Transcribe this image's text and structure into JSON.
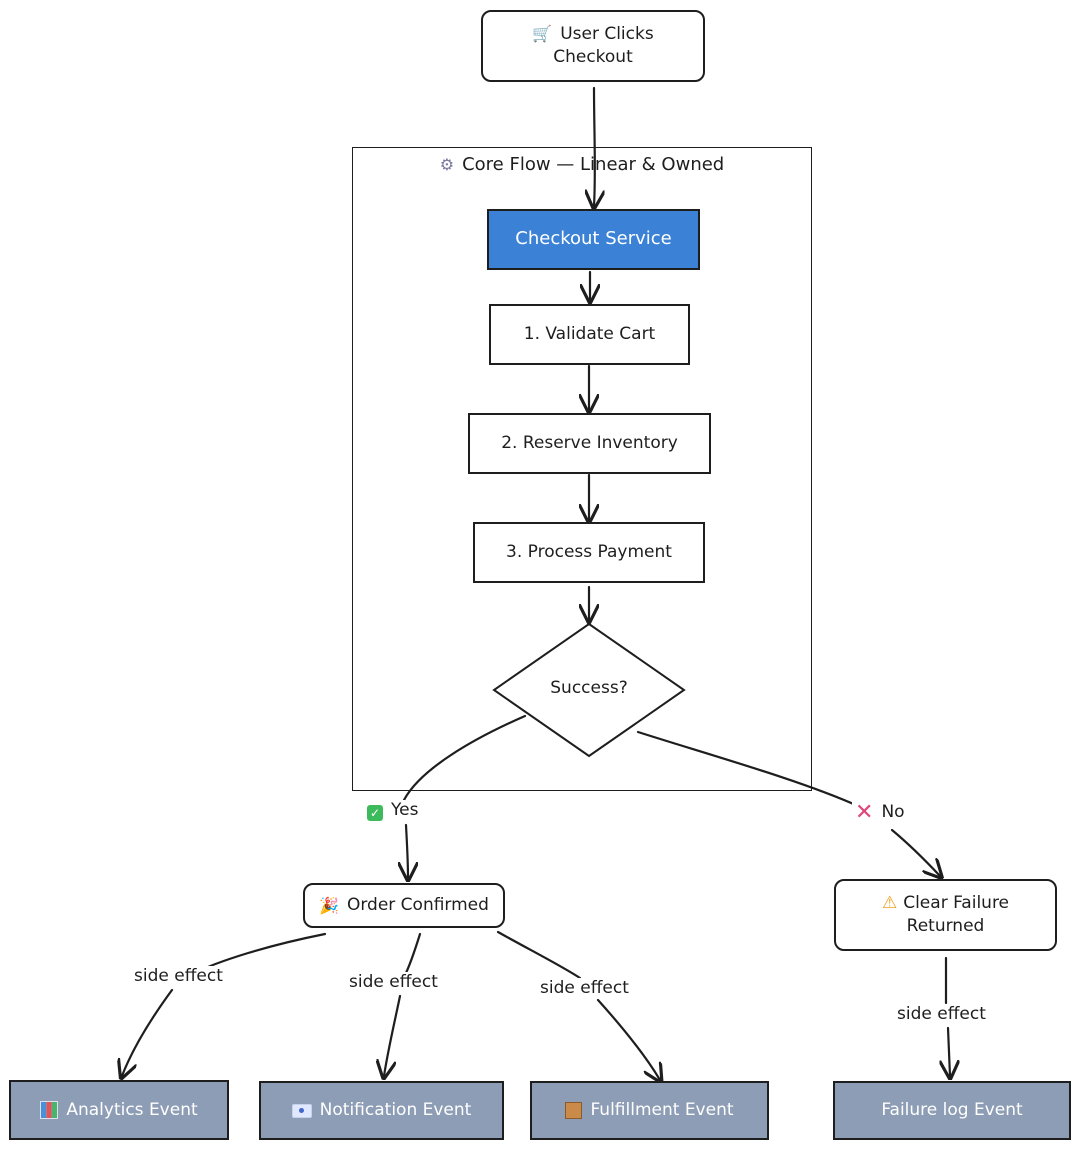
{
  "nodes": {
    "start": {
      "icon": "cart-icon",
      "label": "User Clicks\nCheckout"
    },
    "group": {
      "icon": "gear-icon",
      "title": "Core Flow — Linear & Owned"
    },
    "checkout_service": {
      "label": "Checkout Service"
    },
    "validate": {
      "label": "1. Validate Cart"
    },
    "reserve": {
      "label": "2. Reserve Inventory"
    },
    "payment": {
      "label": "3. Process Payment"
    },
    "decision": {
      "label": "Success?"
    },
    "confirmed": {
      "icon": "party-popper-icon",
      "label": "Order Confirmed"
    },
    "failure": {
      "icon": "warning-icon",
      "label": "Clear Failure\nReturned"
    },
    "analytics": {
      "icon": "bar-chart-icon",
      "label": "Analytics Event"
    },
    "notification": {
      "icon": "notification-icon",
      "label": "Notification Event"
    },
    "fulfillment": {
      "icon": "package-icon",
      "label": "Fulfillment Event"
    },
    "failure_log": {
      "label": "Failure log Event"
    }
  },
  "edges": {
    "yes_label": "Yes",
    "yes_icon": "check-icon",
    "no_label": "No",
    "no_icon": "cross-icon",
    "side_effect_1": "side effect",
    "side_effect_2": "side effect",
    "side_effect_3": "side effect",
    "side_effect_4": "side effect"
  },
  "colors": {
    "service": "#3b82d6",
    "event": "#8d9db5",
    "stroke": "#1e1e1e",
    "no_cross": "#e0457b",
    "yes_check": "#3dbb5c"
  }
}
